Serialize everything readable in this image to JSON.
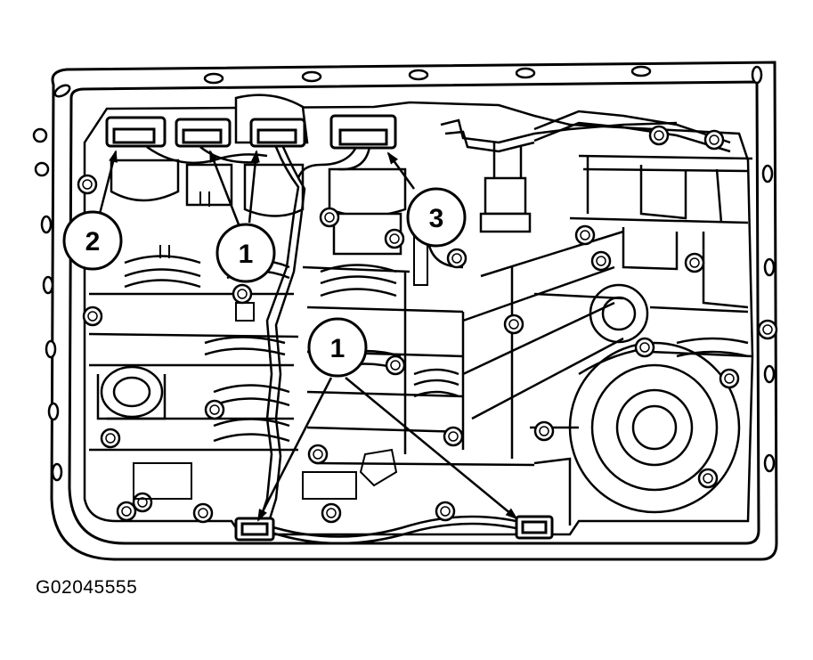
{
  "figure_id": "G02045555",
  "callouts": [
    {
      "id": "callout-2",
      "label": "2"
    },
    {
      "id": "callout-1-top",
      "label": "1"
    },
    {
      "id": "callout-3",
      "label": "3"
    },
    {
      "id": "callout-1-middle",
      "label": "1"
    }
  ],
  "colors": {
    "ink": "#000000",
    "paper": "#ffffff"
  }
}
